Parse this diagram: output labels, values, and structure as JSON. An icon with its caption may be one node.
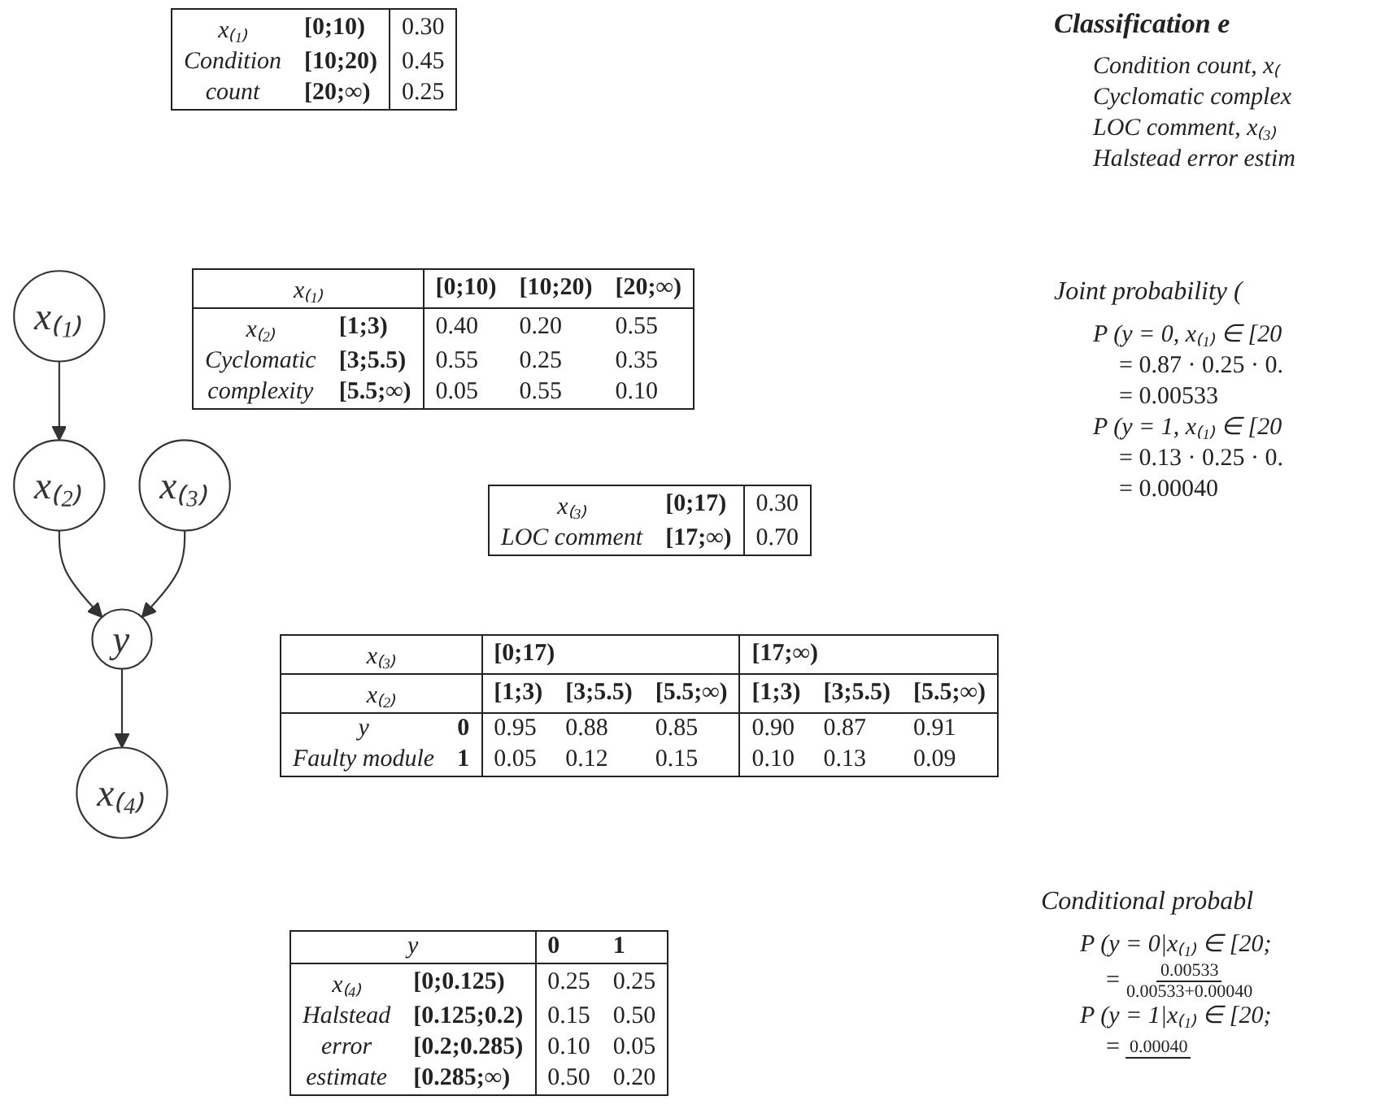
{
  "diagram": {
    "nodes": [
      {
        "text": [
          "x₍₁₎"
        ]
      },
      {
        "text": [
          "x₍₂₎"
        ]
      },
      {
        "text": [
          "x₍₃₎"
        ]
      },
      {
        "text": [
          "y"
        ]
      },
      {
        "text": [
          "x₍₄₎"
        ]
      }
    ],
    "edges": [
      {
        "from": 0,
        "to": 1,
        "arrow": "to"
      },
      {
        "from": 1,
        "to": 3,
        "arrow": "to"
      },
      {
        "from": 2,
        "to": 3,
        "arrow": "to"
      },
      {
        "from": 3,
        "to": 4,
        "arrow": "to"
      }
    ],
    "labels": [
      "x₍₁₎",
      "[0;10)",
      "0.30",
      "Condition",
      "[10;20)",
      "0.45",
      "count",
      "[20;∞)",
      "0.25",
      "Classification e",
      "Condition count, x₍",
      "Cyclomatic complex",
      "LOC comment, x₍₃₎",
      "Halstead error estim",
      "x₍₁₎",
      "[0;10)",
      "[10;20)",
      "[20;∞)",
      "x₍₂₎",
      "[1;3)",
      "0.40",
      "0.20",
      "0.55",
      "Cyclomatic",
      "[3;5.5)",
      "0.55",
      "0.25",
      "0.35",
      "complexity",
      "[5.5;∞)",
      "0.05",
      "0.55",
      "0.10",
      "Joint probability (",
      "P (y = 0, x₍₁₎ ∈ [20",
      "= 0.87 · 0.25 · 0.",
      "= 0.00533",
      "P (y = 1, x₍₁₎ ∈ [20",
      "= 0.13 · 0.25 · 0.",
      "= 0.00040",
      "x₍₃₎",
      "[0;17)",
      "0.30",
      "LOC comment",
      "[17;∞)",
      "0.70",
      "x₍₃₎",
      "[0;17)",
      "[17;∞)",
      "x₍₂₎",
      "[1;3)",
      "[3;5.5)",
      "[5.5;∞)",
      "[1;3)",
      "[3;5.5)",
      "[5.5;∞)",
      "y",
      "0",
      "0.95",
      "0.88",
      "0.85",
      "0.90",
      "0.87",
      "0.91",
      "Faulty module",
      "1",
      "0.05",
      "0.12",
      "0.15",
      "0.10",
      "0.13",
      "0.09",
      "Conditional probabl",
      "P (y = 0|x₍₁₎ ∈ [20;",
      "=",
      "0.00533",
      "0.00533+0.00040",
      "P (y = 1|x₍₁₎ ∈ [20;",
      "=",
      "0.00040",
      "y",
      "0",
      "1",
      "x₍₄₎",
      "[0;0.125)",
      "0.25",
      "0.25",
      "Halstead",
      "[0.125;0.2)",
      "0.15",
      "0.50",
      "error",
      "[0.2;0.285)",
      "0.10",
      "0.05",
      "estimate",
      "[0.285;∞)",
      "0.50",
      "0.20"
    ]
  }
}
